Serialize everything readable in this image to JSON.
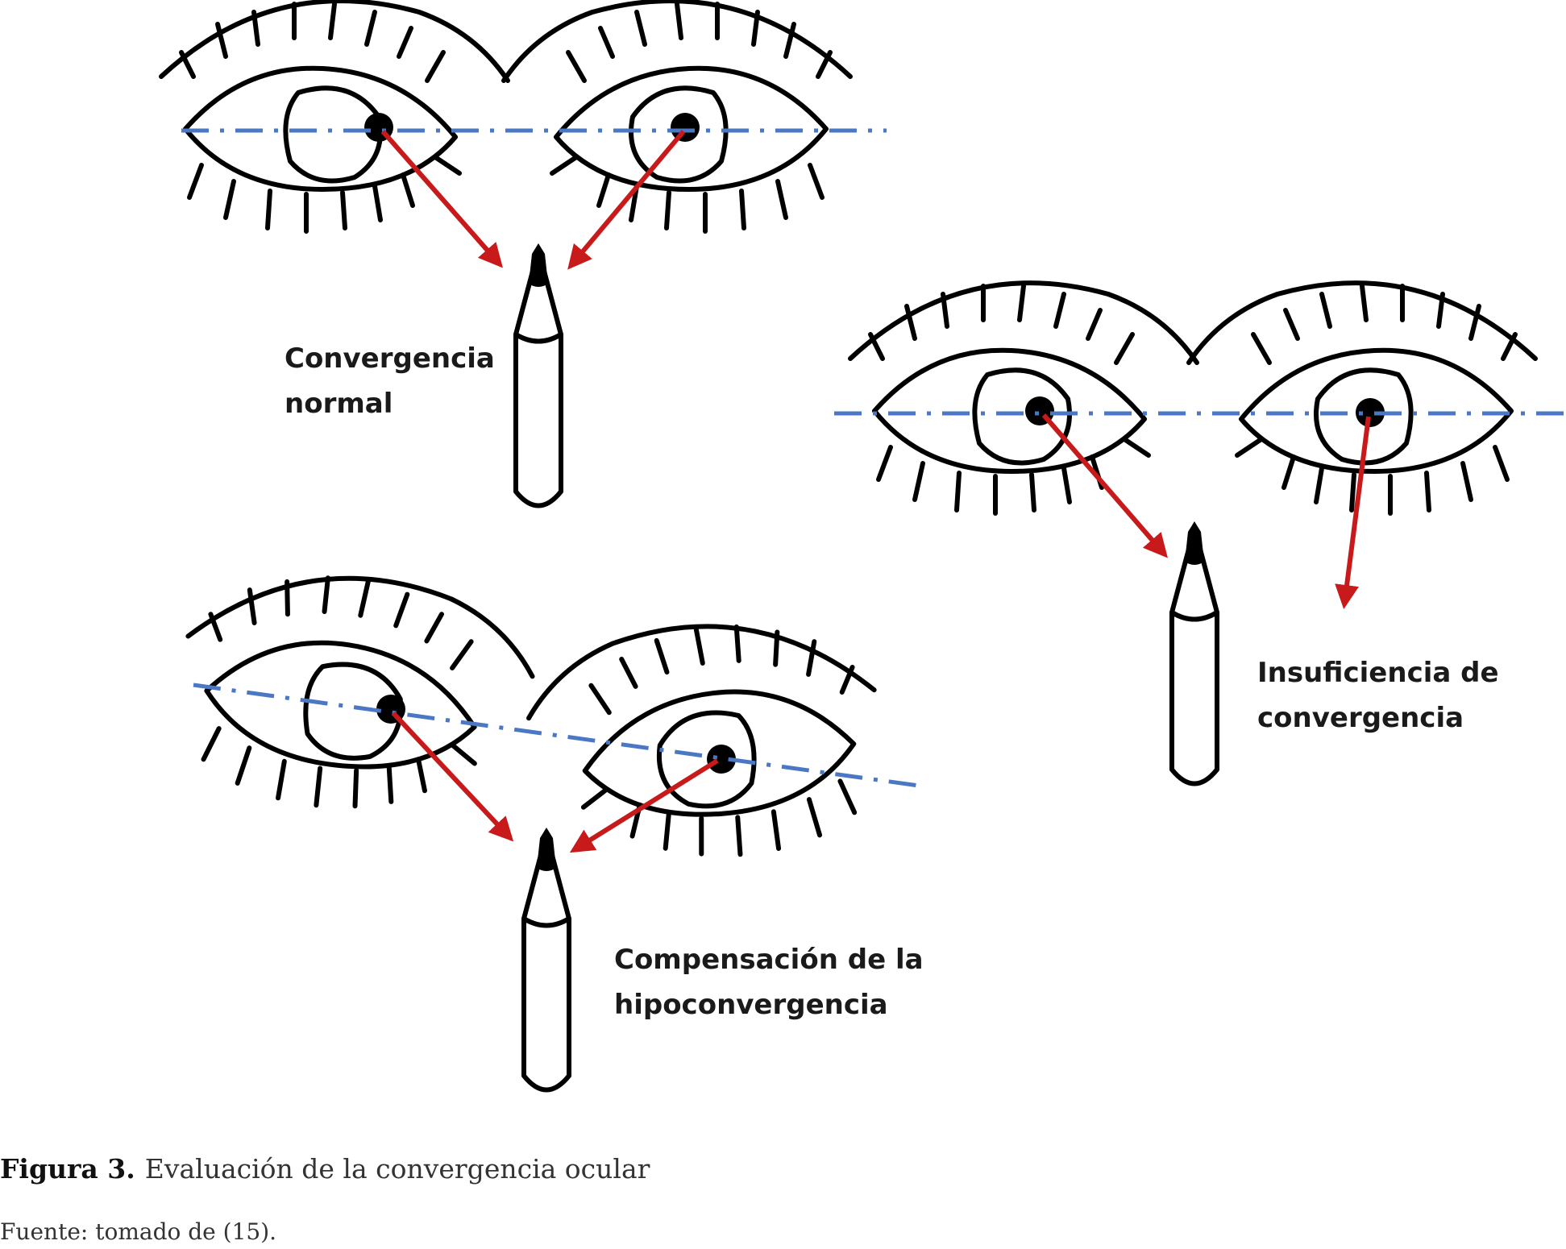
{
  "panels": {
    "normal": {
      "label_line1": "Convergencia",
      "label_line2": "normal"
    },
    "insufficiency": {
      "label_line1": "Insuficiencia de",
      "label_line2": "convergencia"
    },
    "compensation": {
      "label_line1": "Compensación de la",
      "label_line2": "hipoconvergencia"
    }
  },
  "caption": {
    "figure_label": "Figura 3.",
    "figure_text": "Evaluación de la convergencia ocular",
    "source": "Fuente: tomado de (15)."
  },
  "colors": {
    "guide_line": "#4a78c4",
    "arrow": "#c81a1a",
    "ink": "#000000"
  }
}
